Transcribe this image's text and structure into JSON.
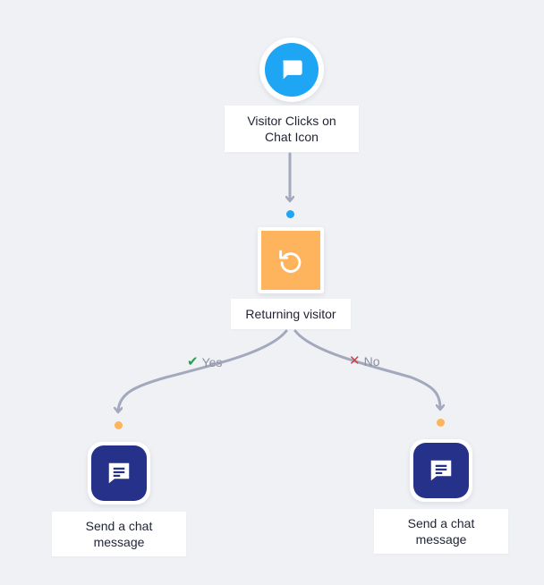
{
  "trigger": {
    "label": "Visitor Clicks on Chat Icon",
    "icon": "chat-bubble-icon",
    "color": "#1ea5f3"
  },
  "condition": {
    "label": "Returning visitor",
    "icon": "rotate-left-icon",
    "color": "#fdb45c"
  },
  "branches": {
    "yes_label": "Yes",
    "no_label": "No",
    "yes_icon": "check-icon",
    "no_icon": "x-icon"
  },
  "actions": [
    {
      "label": "Send a chat message",
      "icon": "chat-message-icon",
      "color": "#26318a"
    },
    {
      "label": "Send a chat message",
      "icon": "chat-message-icon",
      "color": "#26318a"
    }
  ],
  "colors": {
    "background": "#eff1f5",
    "connector": "#a3a9bd"
  }
}
